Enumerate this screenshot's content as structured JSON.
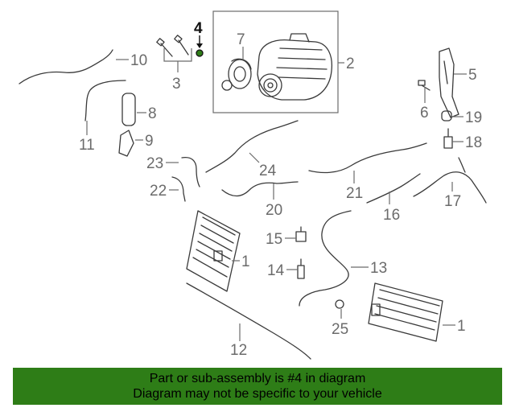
{
  "callouts": {
    "c1a": "1",
    "c1b": "1",
    "c2": "2",
    "c3": "3",
    "c4": "4",
    "c5": "5",
    "c6": "6",
    "c7": "7",
    "c8": "8",
    "c9": "9",
    "c10": "10",
    "c11": "11",
    "c12": "12",
    "c13": "13",
    "c14": "14",
    "c15": "15",
    "c16": "16",
    "c17": "17",
    "c18": "18",
    "c19": "19",
    "c20": "20",
    "c21": "21",
    "c22": "22",
    "c23": "23",
    "c24": "24",
    "c25": "25"
  },
  "highlight_part": "4",
  "footer": {
    "line1": "Part or sub-assembly is #4 in diagram",
    "line2": "Diagram may not be specific to your vehicle"
  },
  "colors": {
    "banner_bg": "#2e7d17",
    "banner_text": "#000000",
    "highlight_marker": "#2e7d17",
    "line_art": "#3a3a3a",
    "callout_text": "#6b6b6b"
  }
}
